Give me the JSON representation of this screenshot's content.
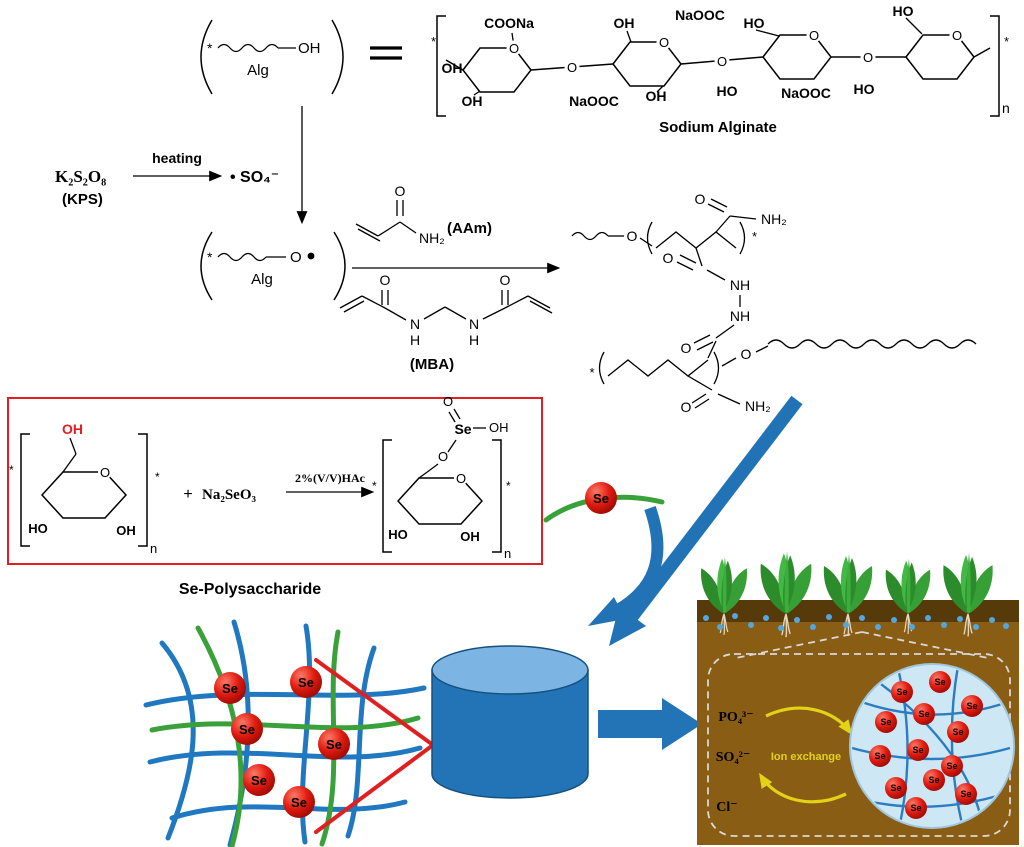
{
  "atoms": {
    "O": "O",
    "N": "N",
    "H": "H",
    "NH": "NH",
    "NH2": "NH₂",
    "OH": "OH",
    "HO": "HO",
    "star": "*",
    "n": "n"
  },
  "alg_unit": {
    "star": "*",
    "oh": "OH",
    "alg": "Alg"
  },
  "alginate": {
    "title": "Sodium Alginate",
    "labels": [
      "COONa",
      "OH",
      "NaOOC",
      "HO",
      "HO",
      "OH",
      "OH",
      "NaOOC",
      "OH",
      "HO",
      "NaOOC",
      "HO"
    ]
  },
  "kps": {
    "formula": "K₂S₂O₈",
    "name": "(KPS)",
    "condition": "heating",
    "radical": "• SO₄⁻"
  },
  "radical_unit": {
    "star": "*",
    "o": "O",
    "alg": "Alg"
  },
  "monomers": {
    "aam": "(AAm)",
    "mba": "(MBA)"
  },
  "sepoly": {
    "oh_red": "OH",
    "plus": "+",
    "reagent": "Na₂SeO₃",
    "condition": "2%(V/V)HAc",
    "se": "Se",
    "label": "Se-Polysaccharide"
  },
  "hydrogel": {
    "se": "Se"
  },
  "soil": {
    "po4": "PO₄³⁻",
    "so4": "SO₄²⁻",
    "cl": "Cl⁻",
    "ion_exchange": "Ion exchange"
  },
  "colors": {
    "blue": "#1f78c0",
    "green": "#3aa13a",
    "red": "#e02020",
    "soil": "#8a5d15",
    "yellow": "#e3d216"
  }
}
